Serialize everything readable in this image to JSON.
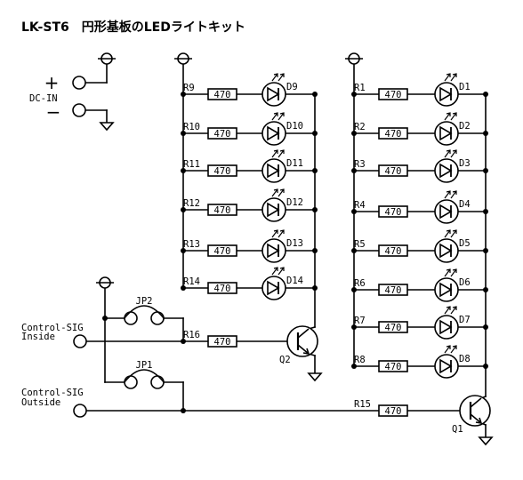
{
  "title": "LK-ST6　円形基板のLEDライトキット",
  "power": {
    "plus": "+",
    "minus": "−",
    "label": "DC-IN"
  },
  "inputs": {
    "inside": [
      "Control-SIG",
      "Inside"
    ],
    "outside": [
      "Control-SIG",
      "Outside"
    ]
  },
  "jumpers": [
    "JP2",
    "JP1"
  ],
  "transistors": [
    "Q2",
    "Q1"
  ],
  "resistor_value": "470",
  "base_resistors": [
    "R16",
    "R15"
  ],
  "left_bank": {
    "resistors": [
      "R9",
      "R10",
      "R11",
      "R12",
      "R13",
      "R14"
    ],
    "leds": [
      "D9",
      "D10",
      "D11",
      "D12",
      "D13",
      "D14"
    ]
  },
  "right_bank": {
    "resistors": [
      "R1",
      "R2",
      "R3",
      "R4",
      "R5",
      "R6",
      "R7",
      "R8"
    ],
    "leds": [
      "D1",
      "D2",
      "D3",
      "D4",
      "D5",
      "D6",
      "D7",
      "D8"
    ]
  }
}
